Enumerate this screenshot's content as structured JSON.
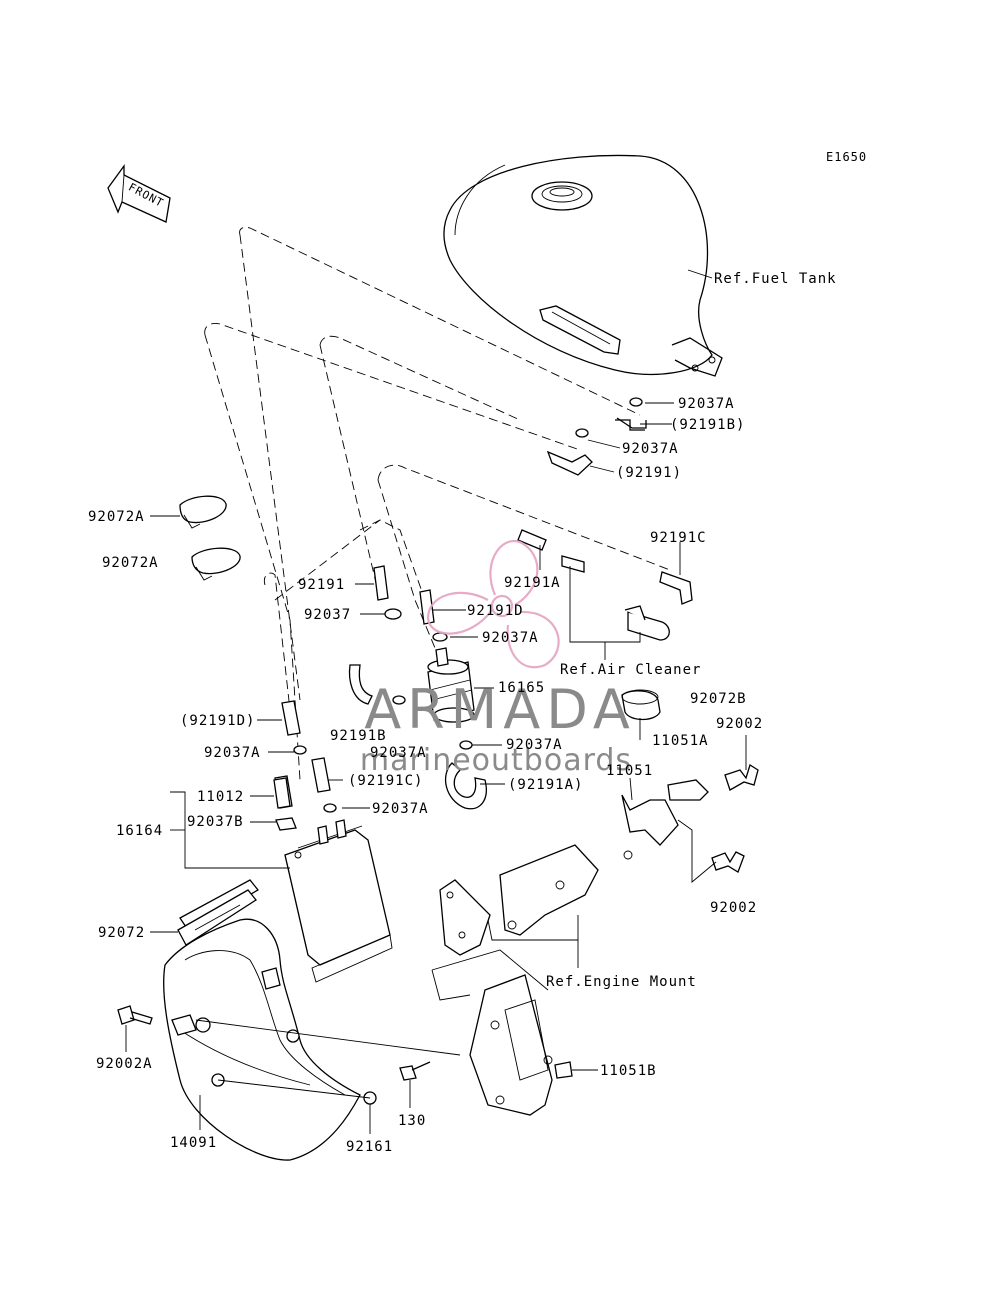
{
  "diagram_code": "E1650",
  "front_label": "FRONT",
  "watermark": {
    "brand": "ARMADA",
    "tagline": "marineoutboards",
    "color": "#e5a3c2"
  },
  "labels": {
    "ref_fuel_tank": "Ref.Fuel Tank",
    "p92037A_1": "92037A",
    "p92191B_paren": "(92191B)",
    "p92037A_2": "92037A",
    "p92191_paren": "(92191)",
    "p92072A_1": "92072A",
    "p92072A_2": "92072A",
    "p92191C": "92191C",
    "p92191A": "92191A",
    "p92191": "92191",
    "p92191D": "92191D",
    "p92037": "92037",
    "p92037A_3": "92037A",
    "ref_air_cleaner": "Ref.Air Cleaner",
    "p16165": "16165",
    "p92072B": "92072B",
    "p92002_1": "92002",
    "p92191D_paren": "(92191D)",
    "p92191B": "92191B",
    "p92037A_4": "92037A",
    "p92037A_5": "92037A",
    "p11051A": "11051A",
    "p92037A_6": "92037A",
    "p92191C_paren": "(92191C)",
    "p92191A_paren": "(92191A)",
    "p11051": "11051",
    "p11012": "11012",
    "p92037A_7": "92037A",
    "p16164": "16164",
    "p92037B": "92037B",
    "p92002_2": "92002",
    "p92072": "92072",
    "ref_engine_mount": "Ref.Engine Mount",
    "p92002A": "92002A",
    "p11051B": "11051B",
    "p130": "130",
    "p14091": "14091",
    "p92161": "92161"
  }
}
